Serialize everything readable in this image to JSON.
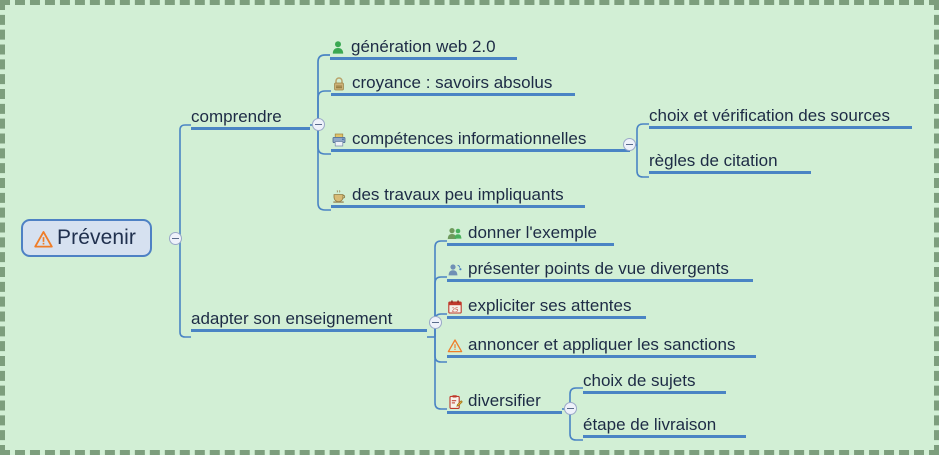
{
  "map": {
    "title": "Prévenir",
    "root": {
      "label": "Prévenir",
      "icon": "warning-triangle-icon",
      "fill": "#d6e1f0",
      "border": "#4e81c4"
    },
    "colors": {
      "canvas_background": "#d2efd5",
      "canvas_border": "#7d9e7d",
      "branch_line": "#4a84c4",
      "text": "#1d2b45"
    },
    "branches": [
      {
        "label": "comprendre",
        "icon": "none",
        "children": [
          {
            "label": "génération web 2.0",
            "icon": "person-green-icon"
          },
          {
            "label": "croyance : savoirs absolus",
            "icon": "padlock-icon"
          },
          {
            "label": "compétences informationnelles",
            "icon": "printer-icon",
            "children": [
              {
                "label": "choix et vérification des sources",
                "icon": "none"
              },
              {
                "label": "règles de citation",
                "icon": "none"
              }
            ]
          },
          {
            "label": "des travaux peu impliquants",
            "icon": "coffee-cup-icon"
          }
        ]
      },
      {
        "label": "adapter son enseignement",
        "icon": "none",
        "children": [
          {
            "label": "donner l'exemple",
            "icon": "two-people-icon"
          },
          {
            "label": "présenter points de vue divergents",
            "icon": "person-speaking-icon"
          },
          {
            "label": "expliciter ses attentes",
            "icon": "calendar-icon"
          },
          {
            "label": "annoncer et appliquer les sanctions",
            "icon": "warning-triangle-icon"
          },
          {
            "label": "diversifier",
            "icon": "clipboard-edit-icon",
            "children": [
              {
                "label": "choix de sujets",
                "icon": "none"
              },
              {
                "label": "étape de livraison",
                "icon": "none"
              }
            ]
          }
        ]
      }
    ],
    "toggles": [
      {
        "name": "toggle-root",
        "state": "expanded"
      },
      {
        "name": "toggle-comprendre",
        "state": "expanded"
      },
      {
        "name": "toggle-competences",
        "state": "expanded"
      },
      {
        "name": "toggle-adapter",
        "state": "expanded"
      },
      {
        "name": "toggle-diversifier",
        "state": "expanded"
      }
    ]
  }
}
